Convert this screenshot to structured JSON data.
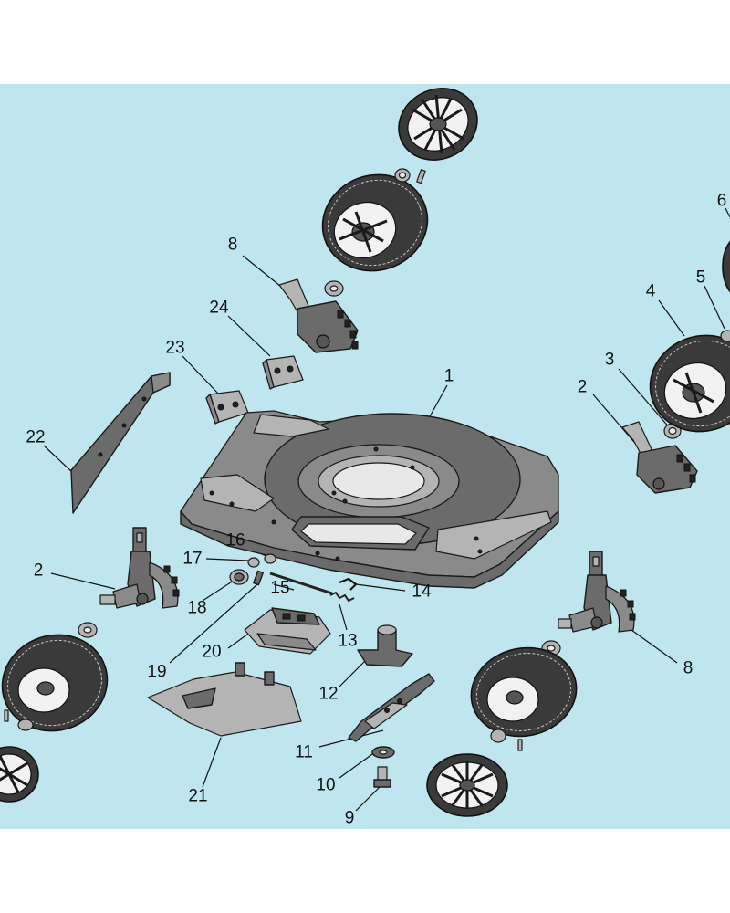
{
  "labels": {
    "l1": "1",
    "l2a": "2",
    "l2b": "2",
    "l3": "3",
    "l4": "4",
    "l5": "5",
    "l6": "6",
    "l8a": "8",
    "l8b": "8",
    "l9": "9",
    "l10": "10",
    "l11": "11",
    "l12": "12",
    "l13": "13",
    "l14": "14",
    "l15": "15",
    "l16": "16",
    "l17": "17",
    "l18": "18",
    "l19": "19",
    "l20": "20",
    "l21": "21",
    "l22": "22",
    "l23": "23",
    "l24": "24"
  },
  "colors": {
    "background": "#bfe6ef",
    "part_dark": "#6b6b6b",
    "part_light": "#b4b4b4",
    "outline": "#1a1a1a"
  }
}
